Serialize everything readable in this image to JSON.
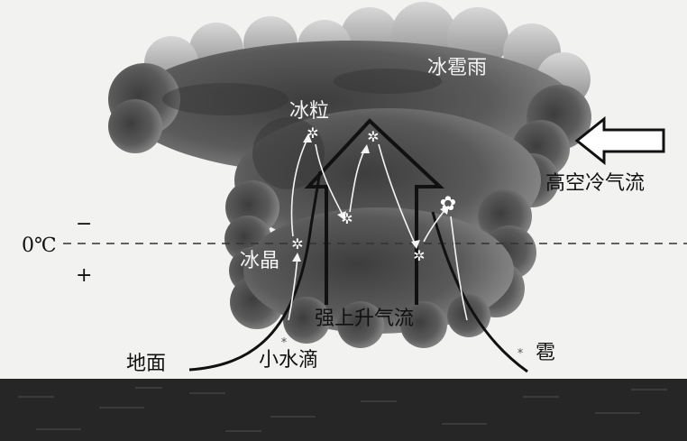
{
  "labels": {
    "hail_rain": "冰雹雨",
    "ice_grain": "冰粒",
    "high_cold_air": "高空冷气流",
    "zero_deg": "0℃",
    "minus": "−",
    "plus": "+",
    "ice_crystal": "冰晶",
    "updraft": "强上升气流",
    "ground": "地面",
    "droplet": "小水滴",
    "hail": "雹"
  },
  "colors": {
    "cloud_dark": "#4a4a4a",
    "cloud_light": "#9a9a9a",
    "ground": "#262626",
    "background": "#f2f2f0"
  },
  "icons": [
    "snowflake-icon",
    "left-arrow-icon",
    "up-arrow-icon"
  ]
}
